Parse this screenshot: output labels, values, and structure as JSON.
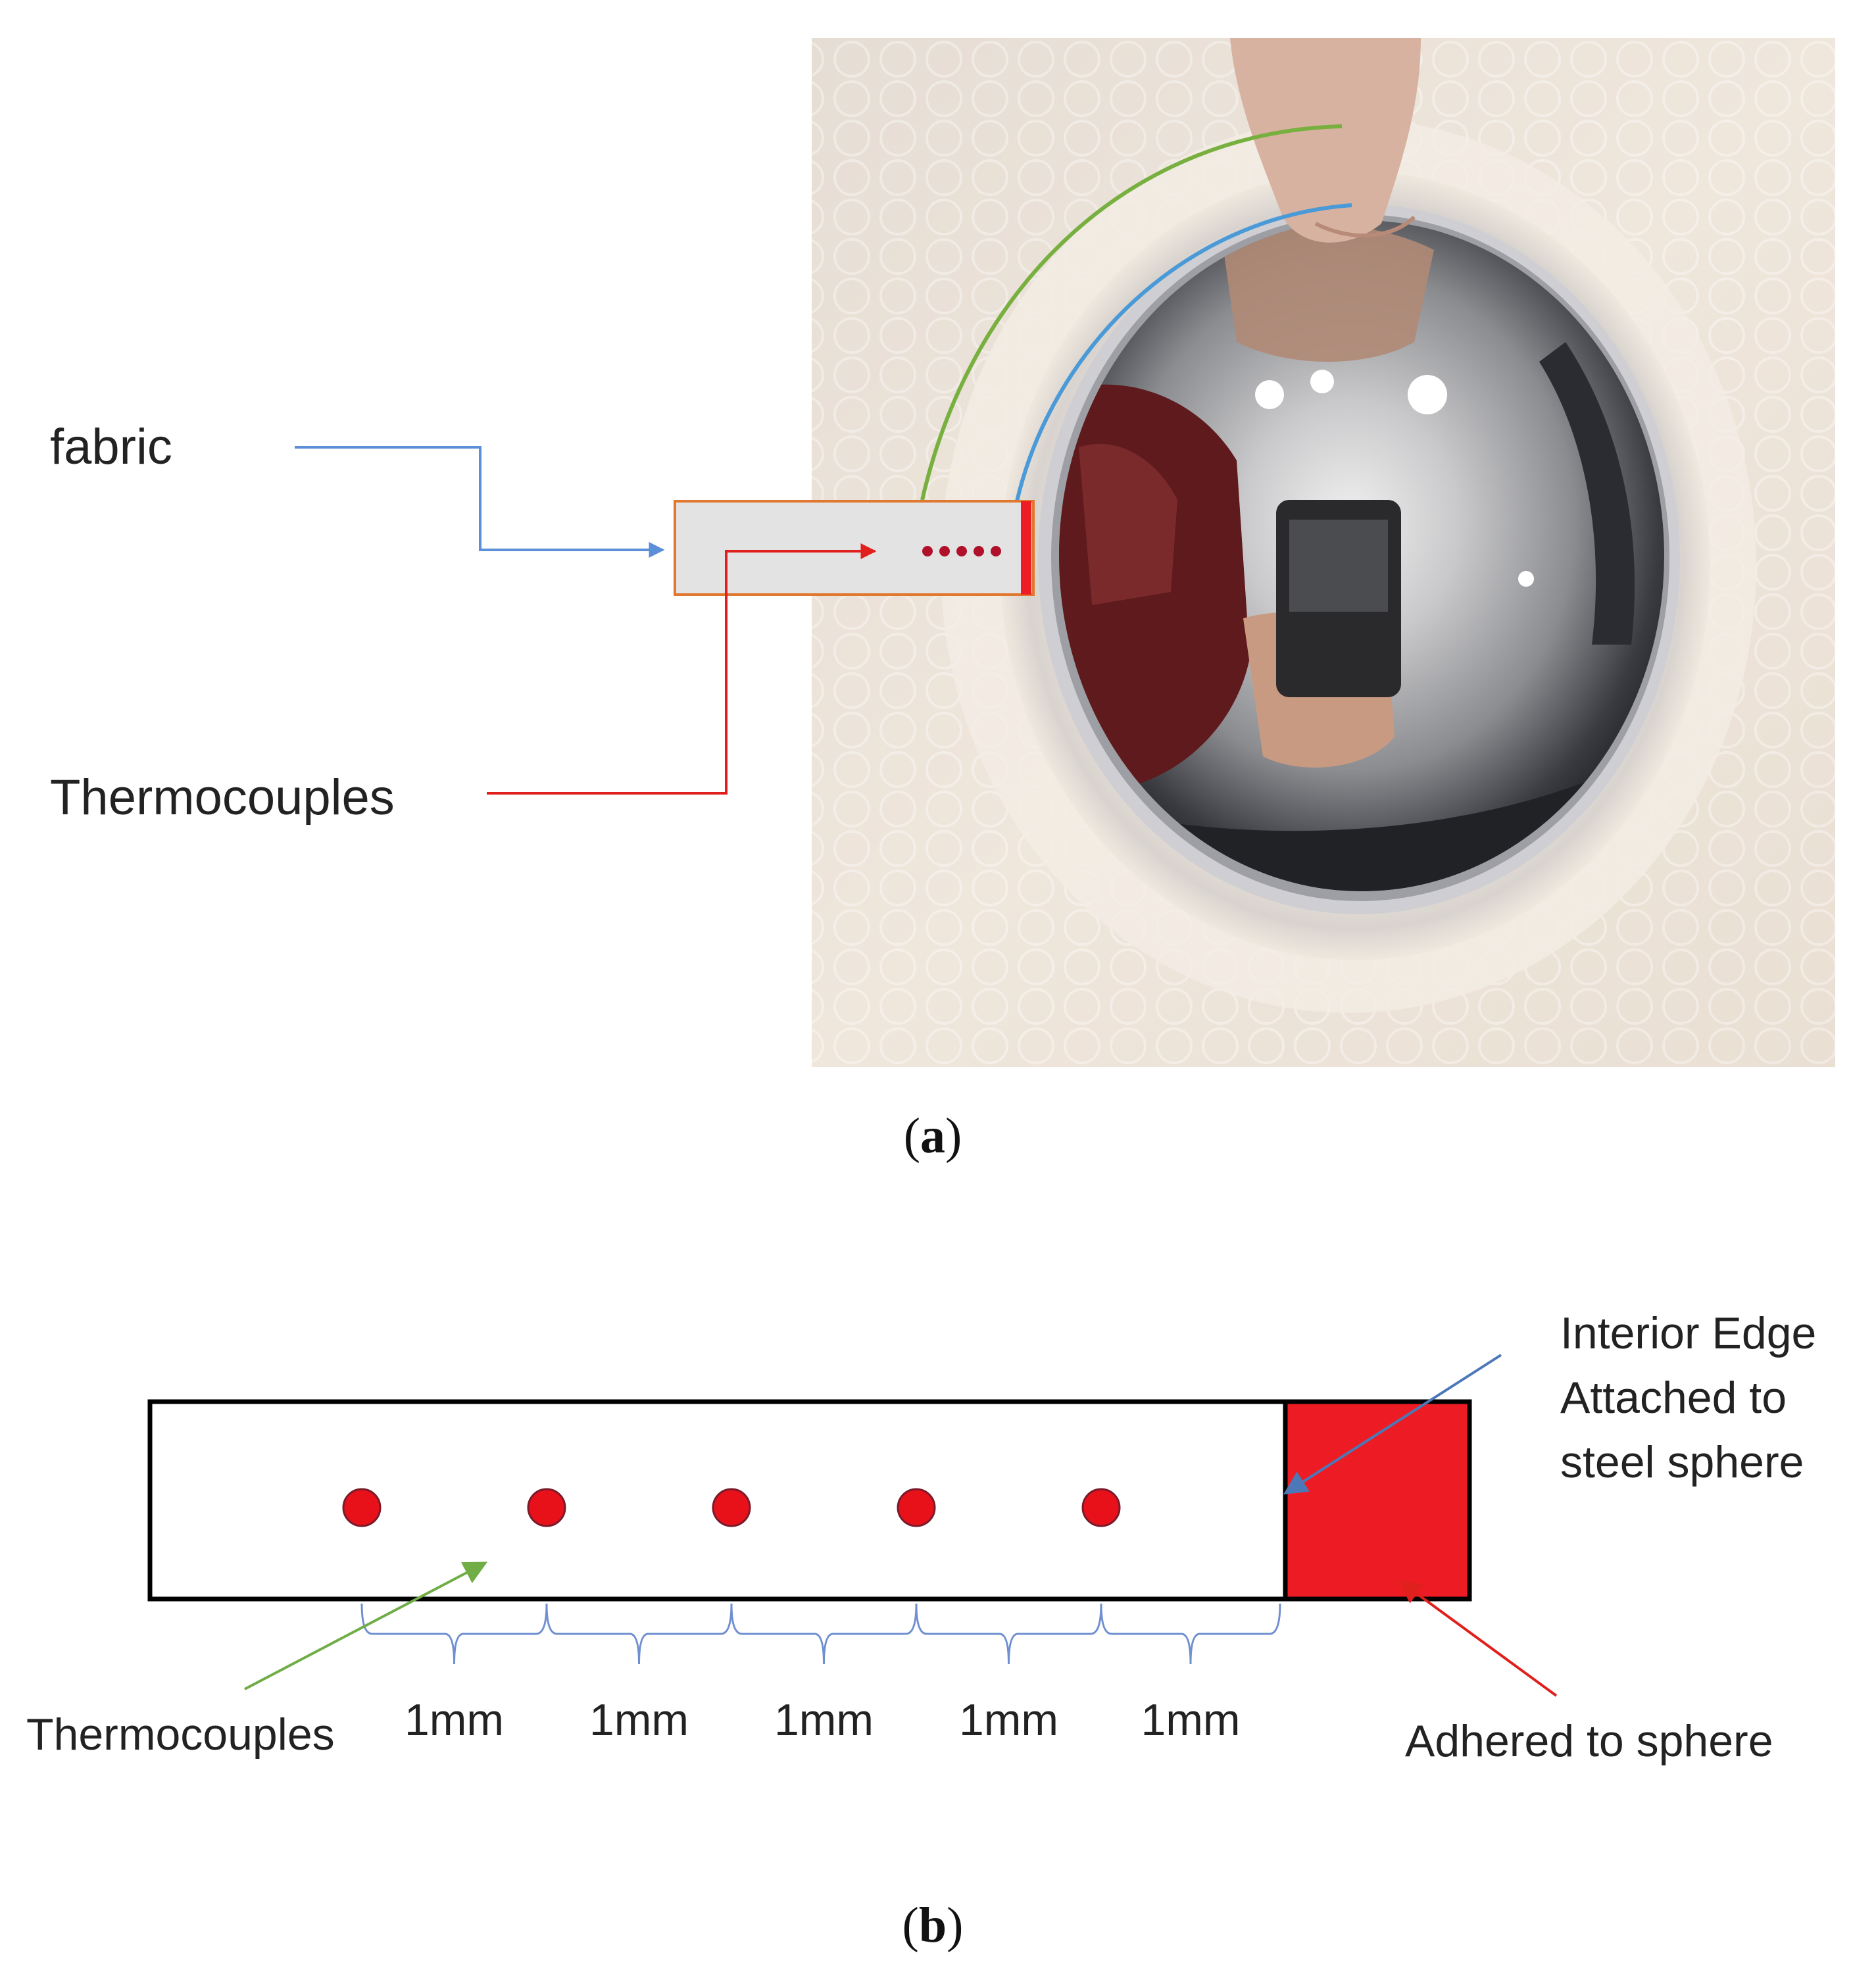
{
  "panel_a": {
    "label_fabric": "fabric",
    "label_thermocouples": "Thermocouples",
    "caption_open": "(",
    "caption_letter": "a",
    "caption_close": ")",
    "photo_dot_count": 5
  },
  "panel_b": {
    "label_interior_line1": "Interior Edge",
    "label_interior_line2": "Attached to",
    "label_interior_line3": "steel sphere",
    "label_thermocouples": "Thermocouples",
    "label_adhered": "Adhered to sphere",
    "spacing_labels": [
      "1mm",
      "1mm",
      "1mm",
      "1mm",
      "1mm"
    ],
    "thermocouple_count": 5,
    "caption_open": "(",
    "caption_letter": "b",
    "caption_close": ")"
  },
  "colors": {
    "fabric_arrow": "#5b8fd8",
    "thermo_arrow": "#e0201c",
    "green_arc": "#78b040",
    "blue_arc": "#4a9ad8",
    "dot_red": "#e8111a",
    "dot_dark": "#b0102a",
    "adhered_fill": "#ed1c24",
    "brace": "#6f8fd0",
    "interior_arrow": "#4c78b8",
    "adhered_arrow": "#e0201c",
    "thermo_b_arrow": "#70ad47"
  }
}
